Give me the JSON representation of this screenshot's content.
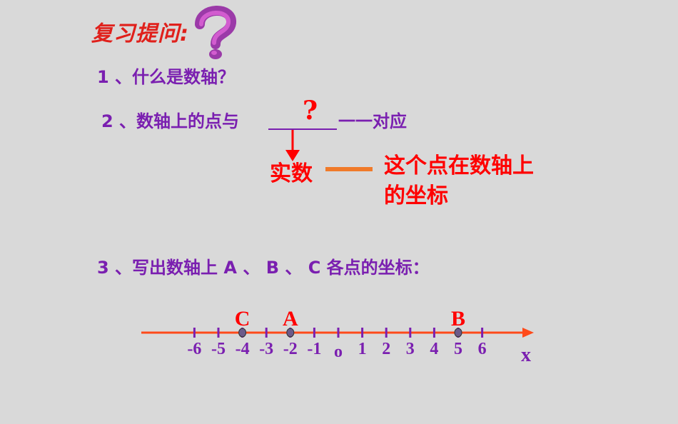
{
  "slide": {
    "title": "复习提问:",
    "question1": "1 、什么是数轴？",
    "question2_head": "2 、数轴上的点与",
    "question2_tail": "一一对应",
    "blank_answer_mark": "?",
    "answer_real": "实数",
    "answer_note": "这个点在数轴上的坐标",
    "question3": "3 、写出数轴上 A 、 B 、 C 各点的坐标："
  },
  "number_line": {
    "ticks": [
      -6,
      -5,
      -4,
      -3,
      -2,
      -1,
      0,
      1,
      2,
      3,
      4,
      5,
      6
    ],
    "tick_labels": [
      "-6",
      "-5",
      "-4",
      "-3",
      "-2",
      "-1",
      "o",
      "1",
      "2",
      "3",
      "4",
      "5",
      "6"
    ],
    "axis_label": "x",
    "points": [
      {
        "name": "C",
        "value": -4
      },
      {
        "name": "A",
        "value": -2
      },
      {
        "name": "B",
        "value": 5
      }
    ]
  },
  "colors": {
    "background": "#d9d9d9",
    "question_text": "#7a1fb0",
    "answer_text": "#ff0000",
    "axis_line": "#ff4a1a",
    "connector": "#f07a2a"
  }
}
